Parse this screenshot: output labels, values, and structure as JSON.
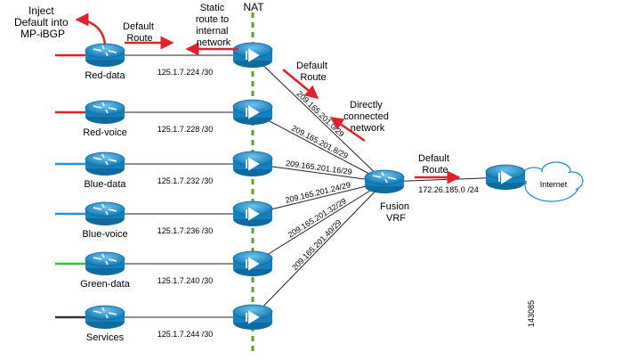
{
  "annotations": {
    "inject": [
      "Inject",
      "Default into",
      "MP-iBGP"
    ],
    "default_route_left": [
      "Default",
      "Route"
    ],
    "static_route": [
      "Static",
      "route to",
      "internal",
      "network"
    ],
    "nat": "NAT",
    "default_route_mid": [
      "Default",
      "Route"
    ],
    "directly_connected": [
      "Directly",
      "connected",
      "network"
    ],
    "default_route_right": [
      "Default",
      "Route"
    ],
    "fusion_vrf": [
      "Fusion",
      "VRF"
    ],
    "internet": "Internet",
    "figure_id": "143085",
    "uplink_subnet": "172.26.185.0 /24"
  },
  "vrf_routers": [
    {
      "label": "Red-data",
      "color": "#e0202a"
    },
    {
      "label": "Red-voice",
      "color": "#e0202a"
    },
    {
      "label": "Blue-data",
      "color": "#2c8fd6"
    },
    {
      "label": "Blue-voice",
      "color": "#2c8fd6"
    },
    {
      "label": "Green-data",
      "color": "#39c13a"
    },
    {
      "label": "Services",
      "color": "#333333"
    }
  ],
  "inner_links": [
    "125.1.7.224 /30",
    "125.1.7.228 /30",
    "125.1.7.232 /30",
    "125.1.7.236 /30",
    "125.1.7.240 /30",
    "125.1.7.244 /30"
  ],
  "fusion_links": [
    "209.165.201.0/29",
    "209.165.201.8/29",
    "209.165.201.16/29",
    "209.165.201.24/29",
    "209.165.201.32/29",
    "209.165.201.40/29"
  ],
  "colors": {
    "device": "#1b8fc9",
    "arrow": "#e0202a",
    "nat_line": "#5aa02c"
  }
}
